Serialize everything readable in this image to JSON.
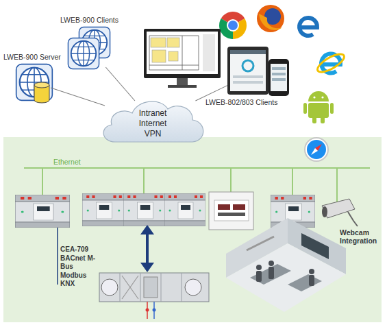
{
  "diagram": {
    "nodes": [
      {
        "text": [
          "LWEB-900 Clients"
        ]
      },
      {
        "text": [
          "LWEB-900 Server"
        ]
      },
      {
        "text": [
          "Intranet Internet VPN"
        ]
      },
      {
        "text": [
          "LWEB-802/803 Clients"
        ]
      },
      {
        "text": [
          "CEA-709 BACnet M-Bus Modbus KNX"
        ]
      },
      {
        "text": [
          "Webcam Integration"
        ]
      }
    ],
    "edges": [
      {
        "from": 0,
        "to": 2,
        "arrow": "none"
      },
      {
        "from": 1,
        "to": 2,
        "arrow": "none"
      },
      {
        "from": 3,
        "to": 2,
        "arrow": "none"
      }
    ],
    "labels": [
      "Ethernet"
    ]
  }
}
